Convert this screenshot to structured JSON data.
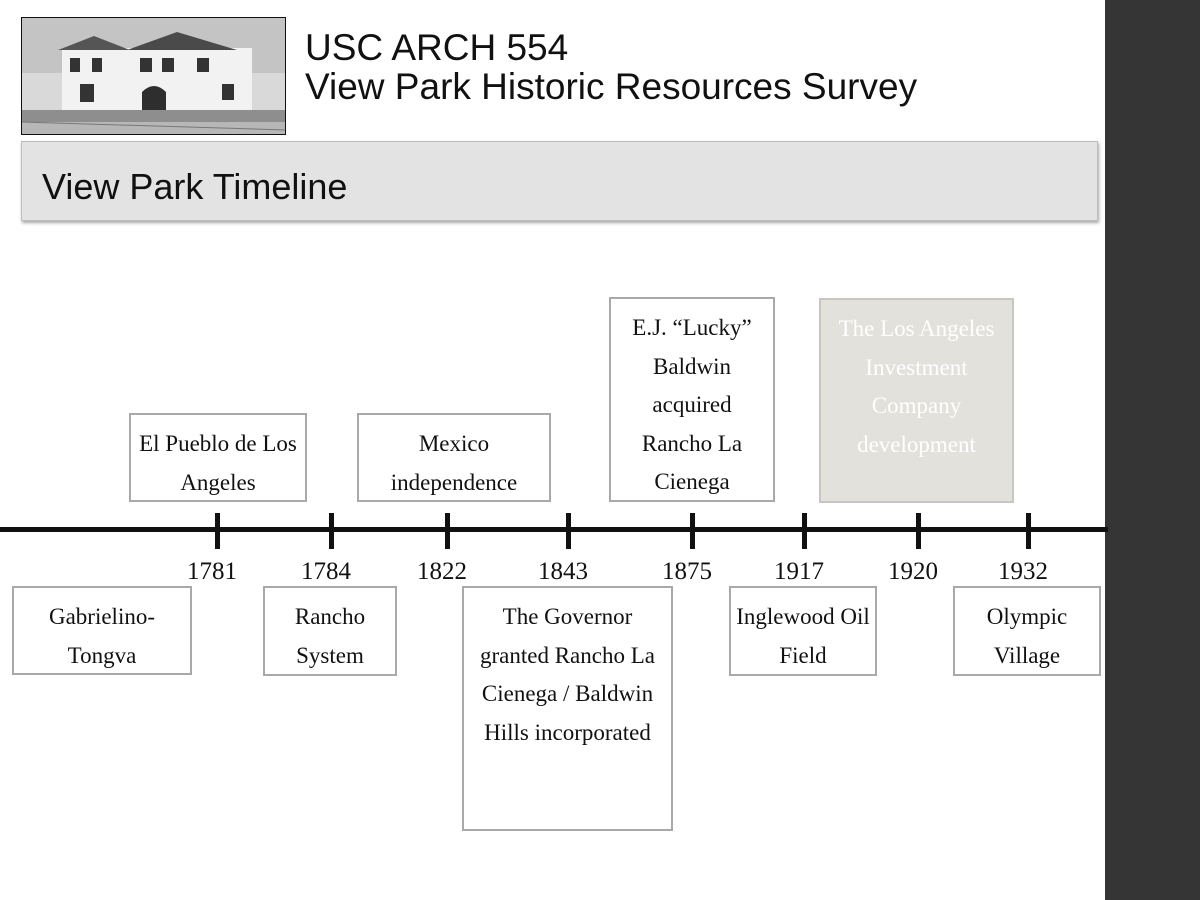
{
  "header": {
    "course_line1": "USC ARCH 554",
    "course_line2": "View Park Historic Resources Survey"
  },
  "title_bar": {
    "label": "View Park Timeline"
  },
  "timeline": {
    "ticks": [
      {
        "year": "1781"
      },
      {
        "year": "1784"
      },
      {
        "year": "1822"
      },
      {
        "year": "1843"
      },
      {
        "year": "1875"
      },
      {
        "year": "1917"
      },
      {
        "year": "1920"
      },
      {
        "year": "1932"
      }
    ],
    "events_above": [
      {
        "label": "El Pueblo de Los Angeles"
      },
      {
        "label": "Mexico independence"
      },
      {
        "label": "E.J. “Lucky” Baldwin acquired Rancho La Cienega"
      },
      {
        "label": "The Los Angeles Investment Company development"
      }
    ],
    "events_below": [
      {
        "label": "Gabrielino-Tongva"
      },
      {
        "label": "Rancho System"
      },
      {
        "label": "The Governor granted Rancho La Cienega / Baldwin Hills incorporated"
      },
      {
        "label": "Inglewood Oil Field"
      },
      {
        "label": "Olympic Village"
      }
    ]
  },
  "colors": {
    "sidebar": "#353535",
    "title_bar_bg": "#e3e3e3",
    "box_border": "#a9a9a9",
    "shaded_box_bg": "#e2e1dc",
    "axis": "#111111"
  }
}
